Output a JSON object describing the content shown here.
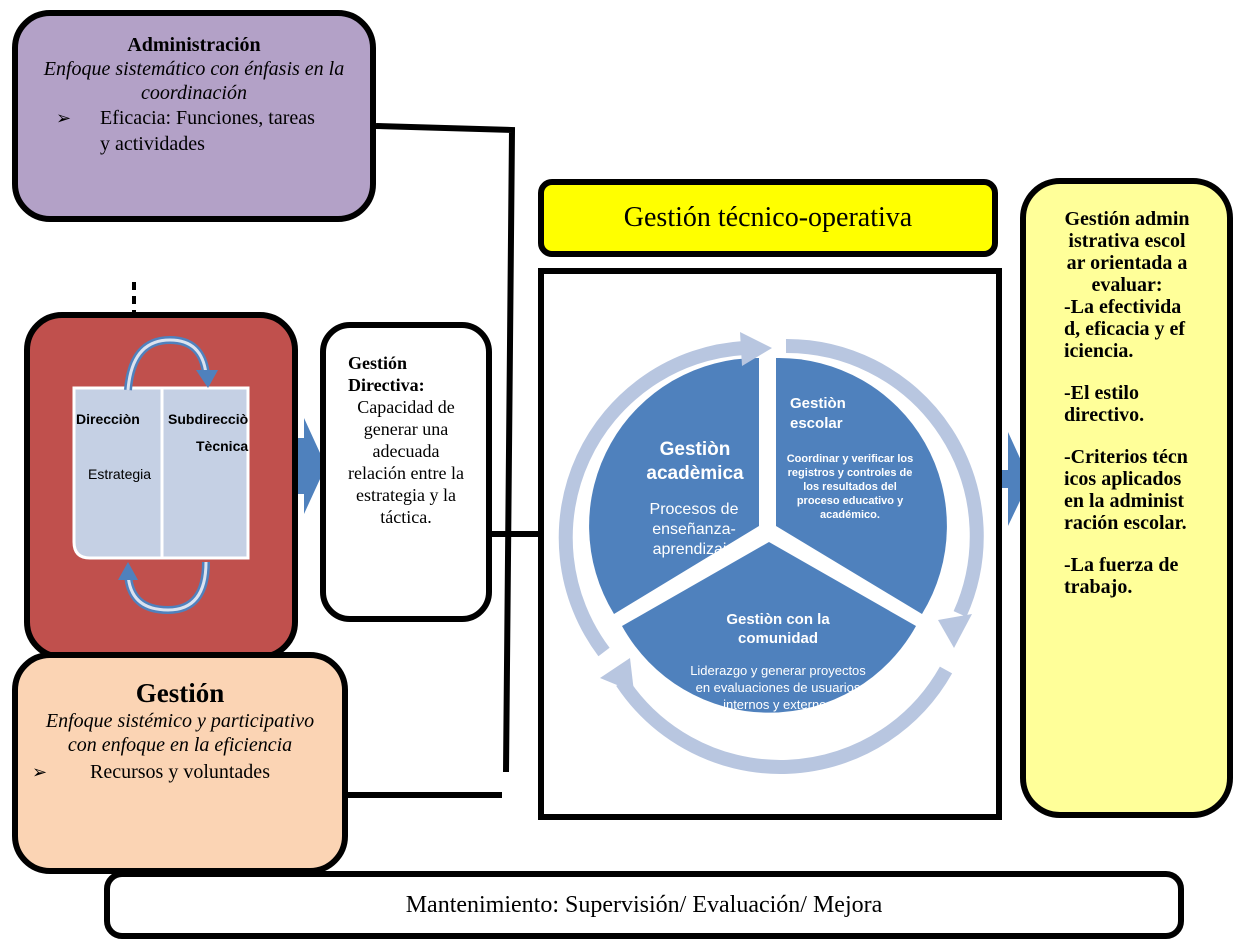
{
  "administracion": {
    "title": "Administración",
    "subtitle": "Enfoque sistemático con énfasis en la coordinación",
    "bullet": "Eficacia: Funciones, tareas y actividades"
  },
  "cycle_box": {
    "direccion": "Direcciòn",
    "estrategia": "Estrategia",
    "subdireccion": "Subdirecciò",
    "tecnica": "Tècnica"
  },
  "gestion": {
    "title": "Gestión",
    "subtitle": "Enfoque sistémico y participativo con enfoque en la eficiencia",
    "bullet": "Recursos y voluntades"
  },
  "directiva": {
    "title": "Gestión Directiva:",
    "body": "Capacidad de generar una adecuada relación entre la estrategia y la táctica."
  },
  "tecnico_operativa": {
    "title": "Gestión técnico-operativa"
  },
  "cycle": {
    "academica": {
      "title": "Gestiòn acadèmica",
      "body": "Procesos de enseñanza-aprendizaje"
    },
    "escolar": {
      "title": "Gestiòn escolar",
      "body": "Coordinar y verificar los registros y controles de los resultados del proceso educativo y académico."
    },
    "comunidad": {
      "title": "Gestiòn con la comunidad",
      "body": "Liderazgo y generar proyectos en evaluaciones de usuarios internos y externos"
    }
  },
  "right_panel": {
    "title": "Gestión administrativa escolar orientada a evaluar:",
    "items": [
      "-La efectividad, eficacia y eficiencia.",
      "-El estilo directivo.",
      "-Criterios técnicos aplicados en la administración escolar.",
      "-La fuerza de trabajo."
    ]
  },
  "mantenimiento": "Mantenimiento: Supervisión/ Evaluación/ Mejora",
  "colors": {
    "admin_bg": "#b3a1c7",
    "red_bg": "#c0504d",
    "gestion_bg": "#fbd4b4",
    "title_bg": "#ffff00",
    "right_bg": "#ffff99",
    "cycle_blue": "#4f81bd",
    "arrow_light": "#b8c6e0"
  }
}
